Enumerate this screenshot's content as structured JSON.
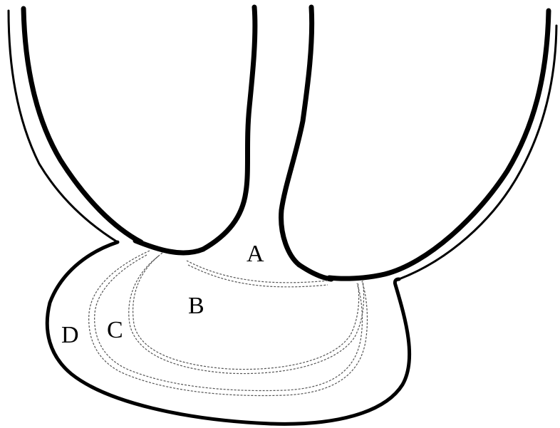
{
  "diagram": {
    "labels": {
      "a": "A",
      "b": "B",
      "c": "C",
      "d": "D"
    },
    "colors": {
      "outline": "#000000",
      "zigzag_border": "#555555",
      "background": "#ffffff"
    }
  }
}
